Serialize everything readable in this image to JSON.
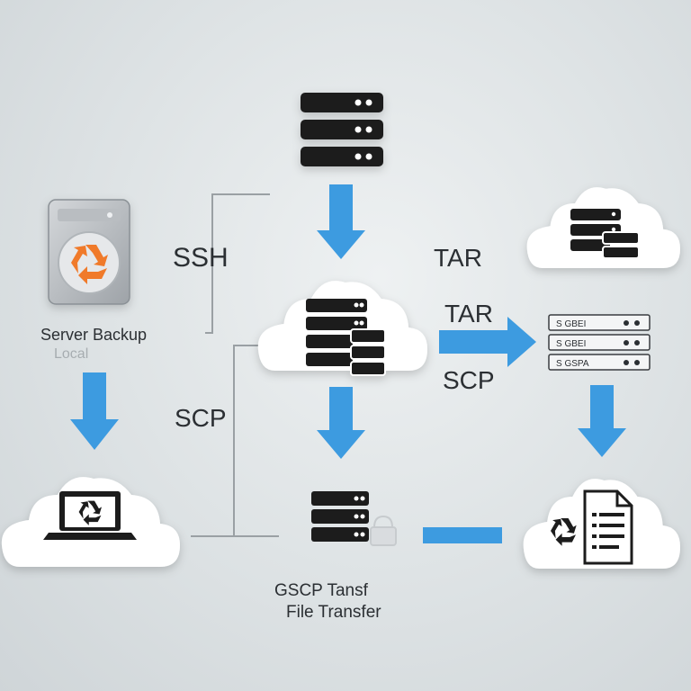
{
  "labels": {
    "ssh": "SSH",
    "tar_top": "TAR",
    "tar_mid": "TAR",
    "scp_right": "SCP",
    "scp_left": "SCP",
    "server_backup": "Server Backup",
    "local": "Local",
    "gscp": "GSCP Tansf",
    "file_transfer": "File Transfer"
  },
  "rack_labels": [
    "S GBEI",
    "S GBEI",
    "S GSPA"
  ],
  "colors": {
    "arrow": "#3d9be0",
    "icon": "#1c1c1c",
    "cloud": "#ffffff",
    "recycle_orange": "#f07a2a",
    "line": "#9aa0a4"
  }
}
